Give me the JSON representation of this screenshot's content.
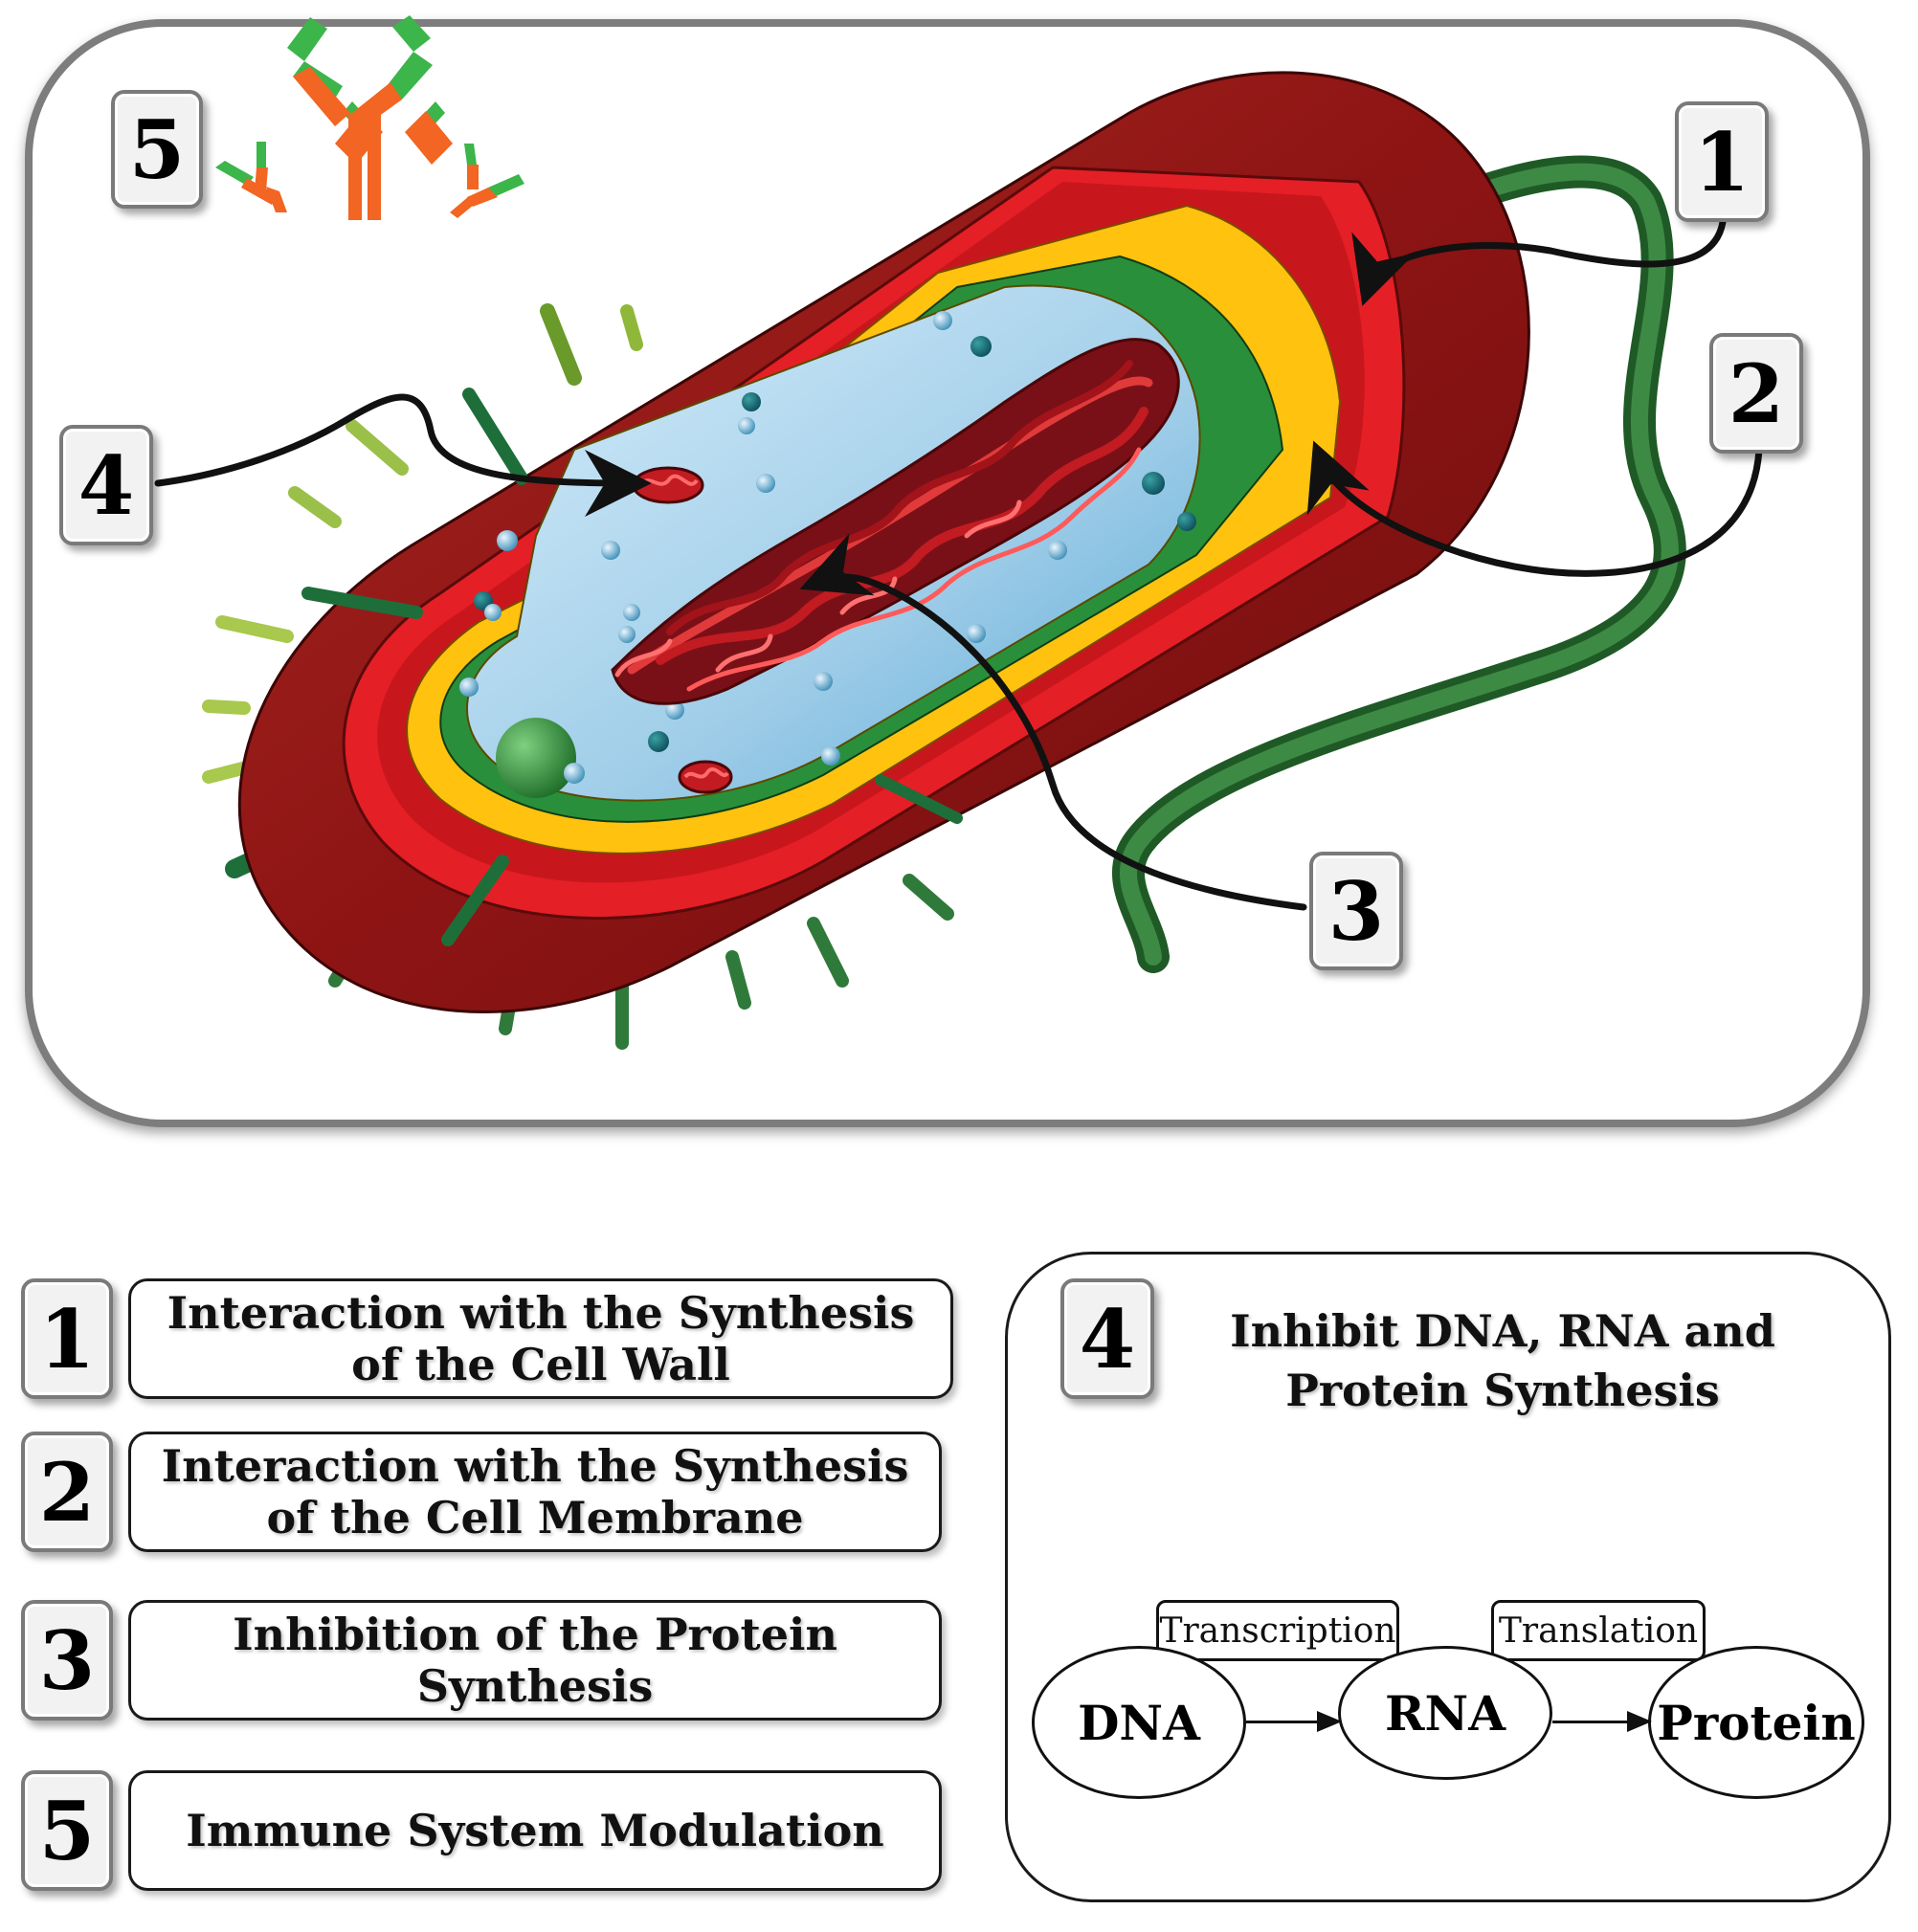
{
  "markers": {
    "m1": "1",
    "m2": "2",
    "m3": "3",
    "m4": "4",
    "m5": "5"
  },
  "legend": {
    "items": [
      {
        "number": "1",
        "label": "Interaction with the Synthesis of the Cell Wall"
      },
      {
        "number": "2",
        "label": "Interaction with the Synthesis of the Cell Membrane"
      },
      {
        "number": "3",
        "label": "Inhibition of the Protein Synthesis"
      },
      {
        "number": "5",
        "label": "Immune System Modulation"
      }
    ],
    "panel4": {
      "number": "4",
      "title": "Inhibit DNA, RNA and Protein Synthesis",
      "dna": "DNA",
      "rna": "RNA",
      "protein": "Protein",
      "transcription": "Transcription",
      "translation": "Translation"
    }
  },
  "colors": {
    "outer_wall": "#8e1414",
    "cell_wall": "#e51f26",
    "membrane_yellow": "#ffc20e",
    "membrane_green": "#2a8f3a",
    "cytoplasm": "#9fcde8",
    "dna": "#b5121b",
    "flagellum": "#2e6b32",
    "pili": "#2f7a3a",
    "antibody_orange": "#f26522",
    "antibody_green": "#3cb54a",
    "frame": "#7d7d7d"
  }
}
